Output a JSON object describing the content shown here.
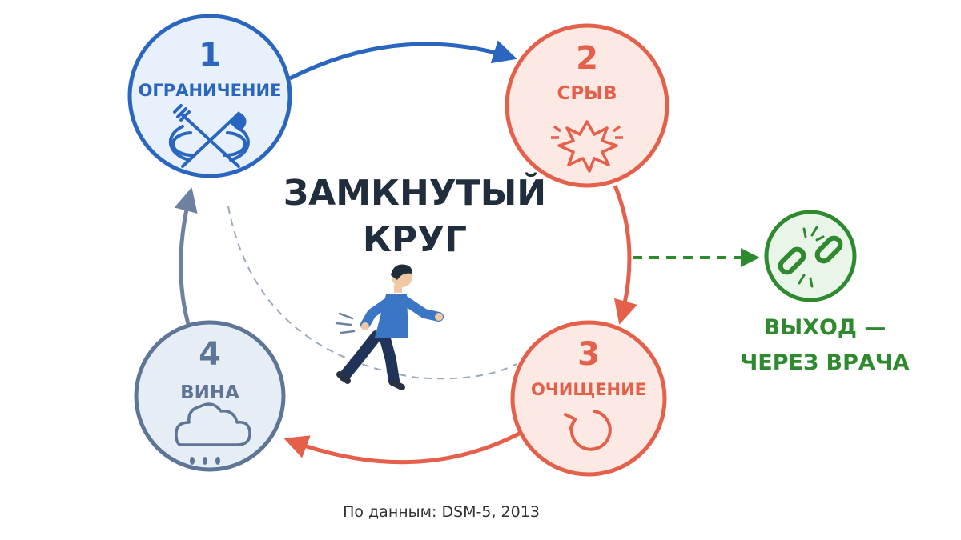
{
  "title": {
    "line1": "ЗАМКНУТЫЙ",
    "line2": "КРУГ"
  },
  "stages": [
    {
      "number": "1",
      "label": "ОГРАНИЧЕНИЕ",
      "icon": "fork-knife-plate-icon",
      "color": "#2a66c0",
      "fill": "#e8f0fb"
    },
    {
      "number": "2",
      "label": "СРЫВ",
      "icon": "burst-icon",
      "color": "#e4604a",
      "fill": "#fde9e4"
    },
    {
      "number": "3",
      "label": "ОЧИЩЕНИЕ",
      "icon": "refresh-icon",
      "color": "#e4604a",
      "fill": "#fde9e4"
    },
    {
      "number": "4",
      "label": "ВИНА",
      "icon": "rain-cloud-icon",
      "color": "#5d7696",
      "fill": "#e7edf4"
    }
  ],
  "exit": {
    "line1": "ВЫХОД —",
    "line2": "ЧЕРЕЗ ВРАЧА",
    "icon": "broken-chain-icon",
    "color": "#2f8a2f",
    "fill": "#eaf5e9"
  },
  "figure": {
    "icon": "running-person-icon"
  },
  "source": "По данным: DSM-5, 2013"
}
